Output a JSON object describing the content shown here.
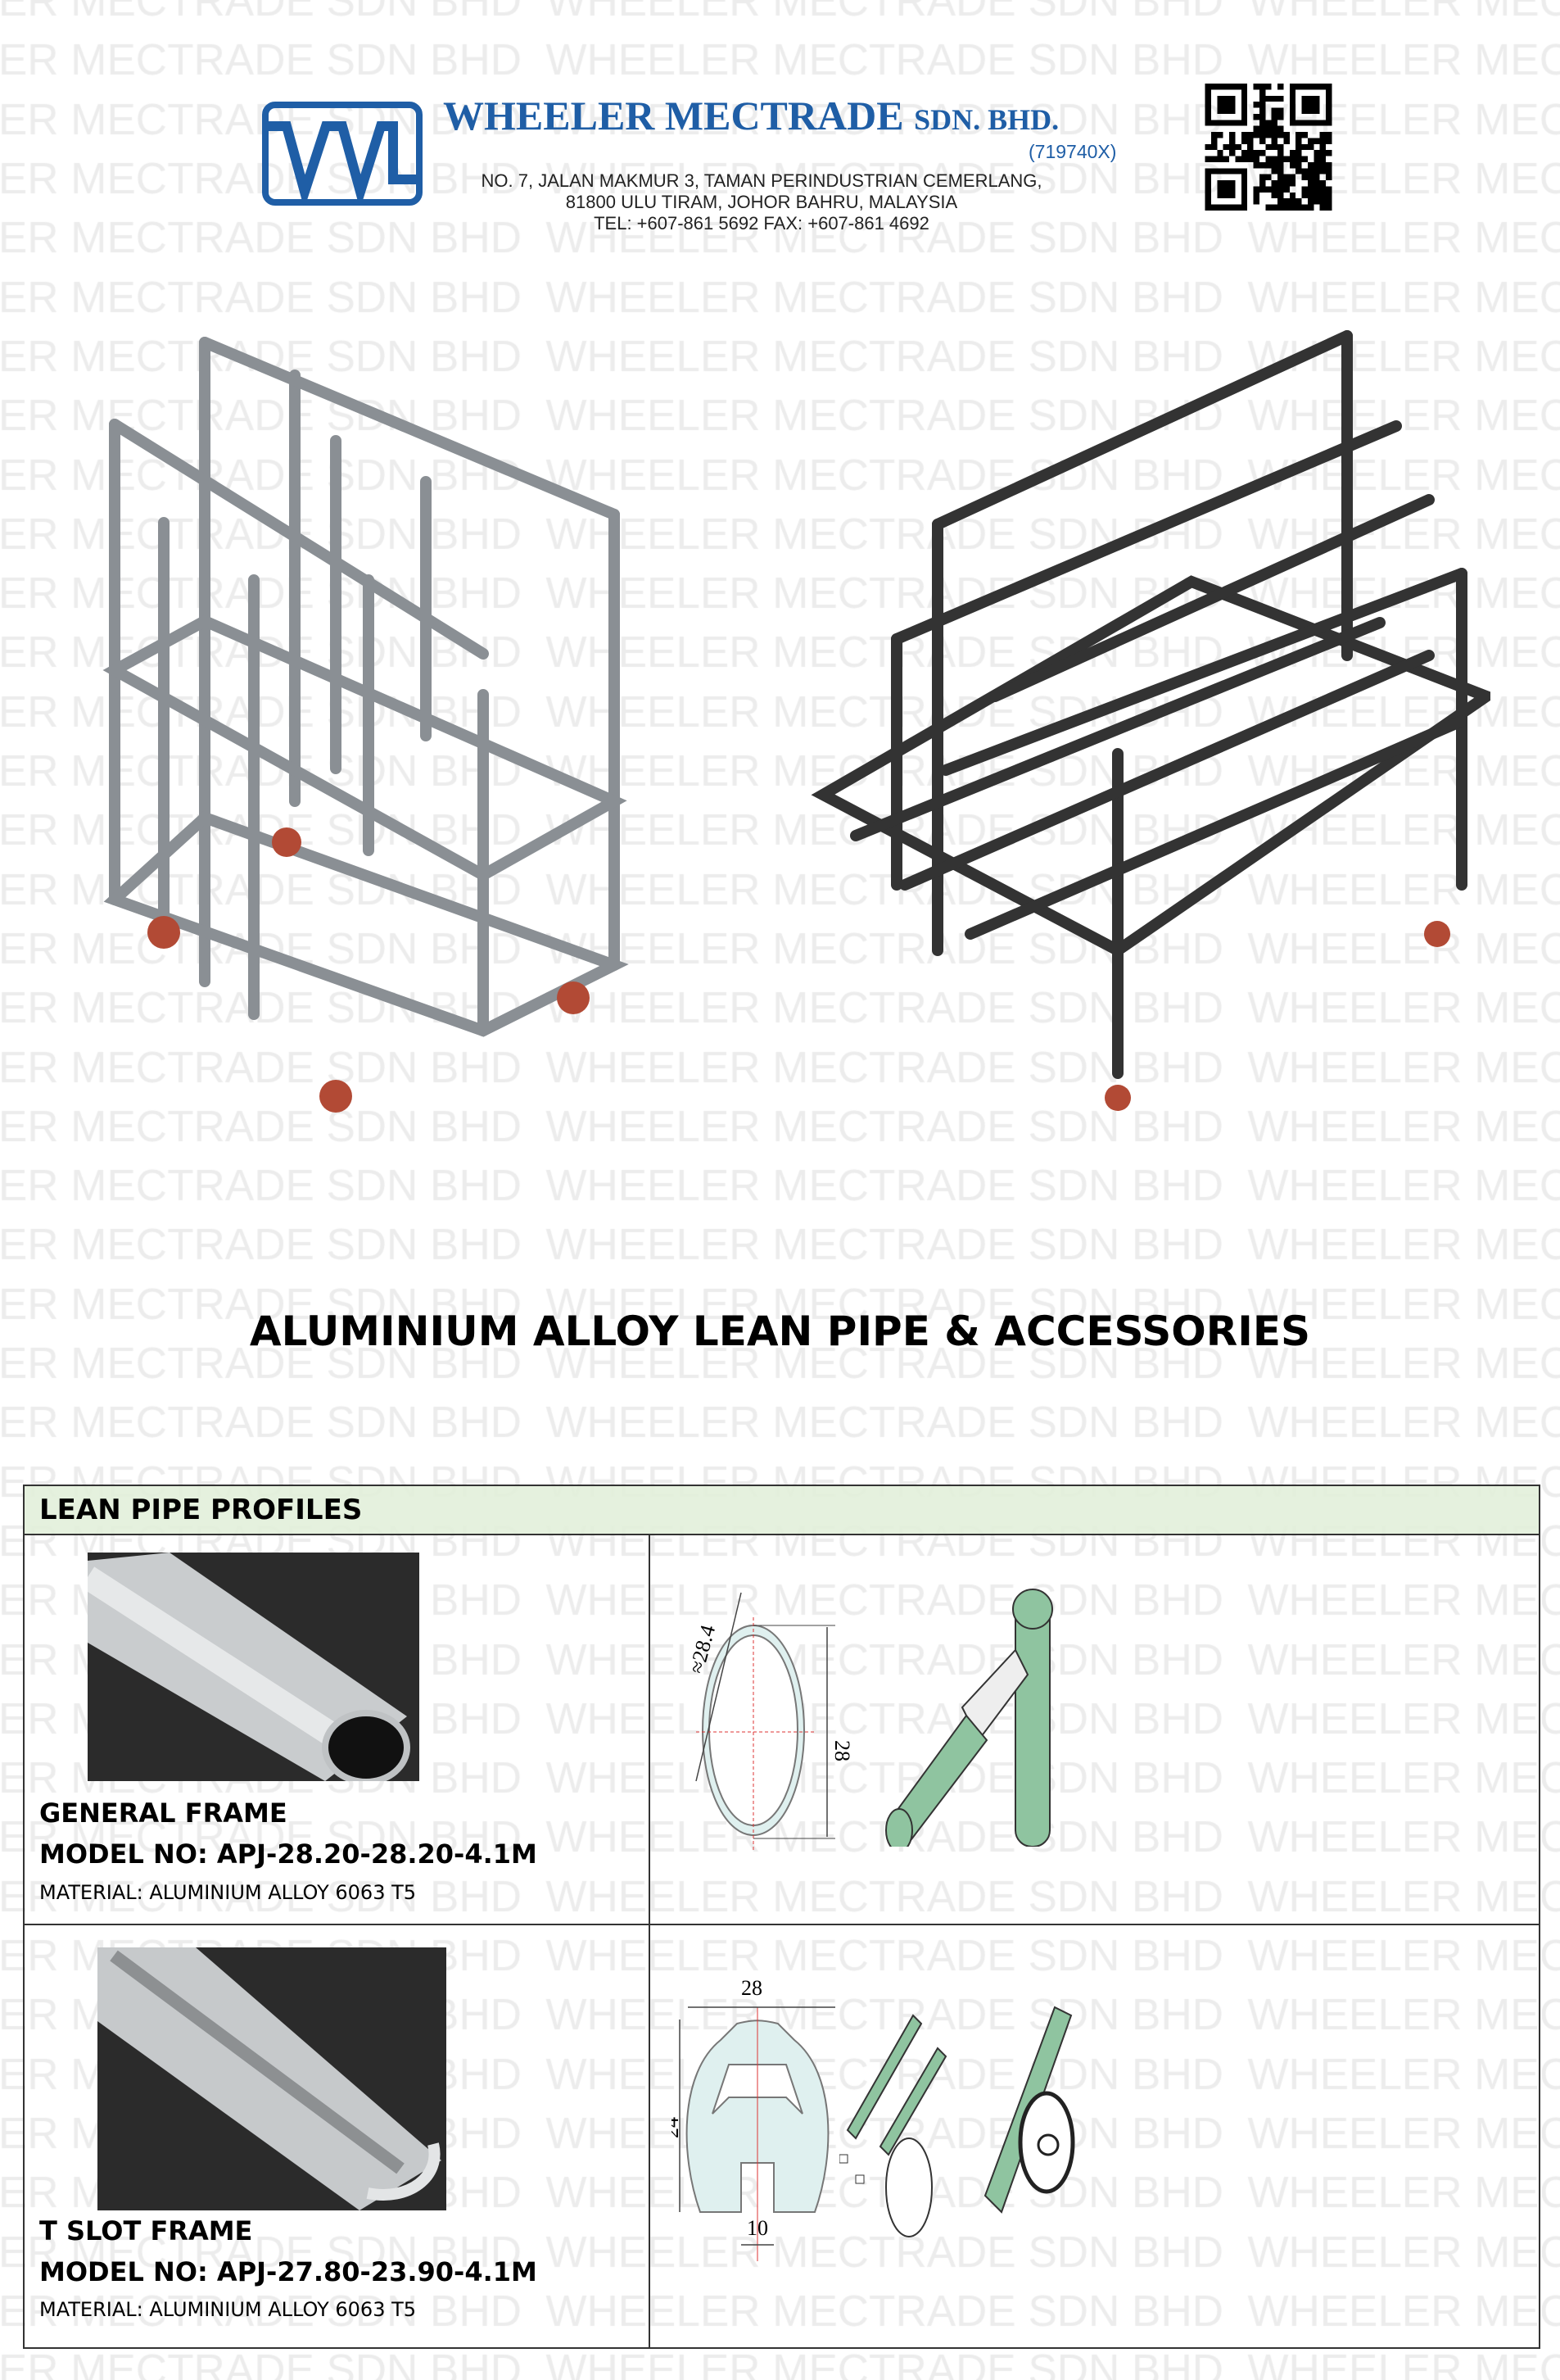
{
  "watermark": {
    "text": "ER MECTRADE SDN BHD  WHEELER MECTRADE SDN BHD  WHEELER MECTRADE SDN BHD"
  },
  "company": {
    "name": "WHEELER MECTRADE",
    "suffix": "SDN. BHD.",
    "reg_no": "(719740X)",
    "address_line1": "NO. 7, JALAN MAKMUR 3, TAMAN PERINDUSTRIAN CEMERLANG,",
    "address_line2": "81800 ULU TIRAM, JOHOR BAHRU, MALAYSIA",
    "contact": "TEL: +607-861 5692  FAX: +607-861 4692",
    "brand_color": "#1f5ea6"
  },
  "page_title": "ALUMINIUM ALLOY LEAN PIPE & ACCESSORIES",
  "table": {
    "header": "LEAN PIPE PROFILES",
    "header_color": "#e2efda",
    "rows": [
      {
        "name": "GENERAL FRAME",
        "model": "MODEL NO: APJ-28.20-28.20-4.1M",
        "material": "MATERIAL: ALUMINIUM ALLOY 6063 T5",
        "dims": {
          "diagonal": "≈28.4",
          "height": "28"
        }
      },
      {
        "name": "T SLOT FRAME",
        "model": "MODEL NO: APJ-27.80-23.90-4.1M",
        "material": "MATERIAL: ALUMINIUM ALLOY 6063 T5",
        "dims": {
          "width": "28",
          "height": "24",
          "slot": "10"
        }
      }
    ]
  },
  "accent_green": "#8fc4a0"
}
